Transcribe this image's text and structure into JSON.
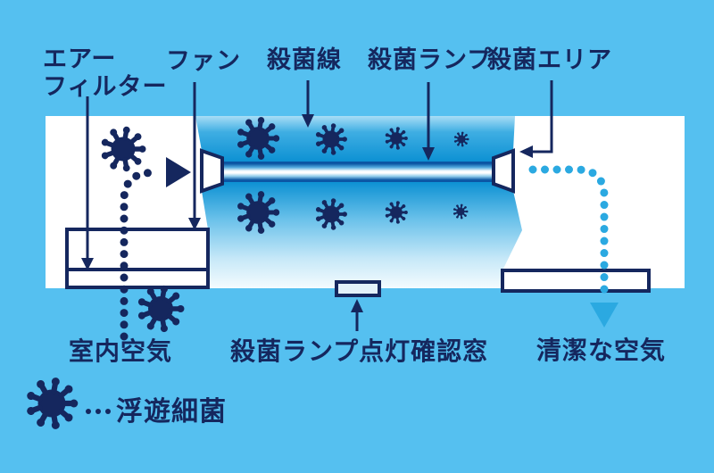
{
  "diagram": {
    "type": "uv-germicidal-air-sterilizer-flow-diagram",
    "language": "ja"
  },
  "labels": {
    "air_filter_line1": "エアー",
    "air_filter_line2": "フィルター",
    "fan": "ファン",
    "germicidal_ray": "殺菌線",
    "germicidal_lamp": "殺菌ランプ",
    "germicidal_area": "殺菌エリア",
    "room_air": "室内空気",
    "lamp_indicator_window": "殺菌ランプ点灯確認窓",
    "clean_air": "清潔な空気",
    "legend_bacteria": "浮遊細菌"
  },
  "icons": {
    "bacteria": "spiky-germ-icon",
    "room_air_flow": "navy-dotted-arrow",
    "clean_air_flow": "lightblue-dotted-arrow"
  },
  "colors": {
    "background": "#55C0F0",
    "panel": "#FFFFFF",
    "ink_navy": "#15275E",
    "lamp_edge_blue": "#0B56A4",
    "cone_deep_blue": "#0D91D3",
    "cone_light_blue": "#A9DDF6",
    "flow_light_blue": "#2BA9E1",
    "window_fill": "#E3F1FA"
  }
}
